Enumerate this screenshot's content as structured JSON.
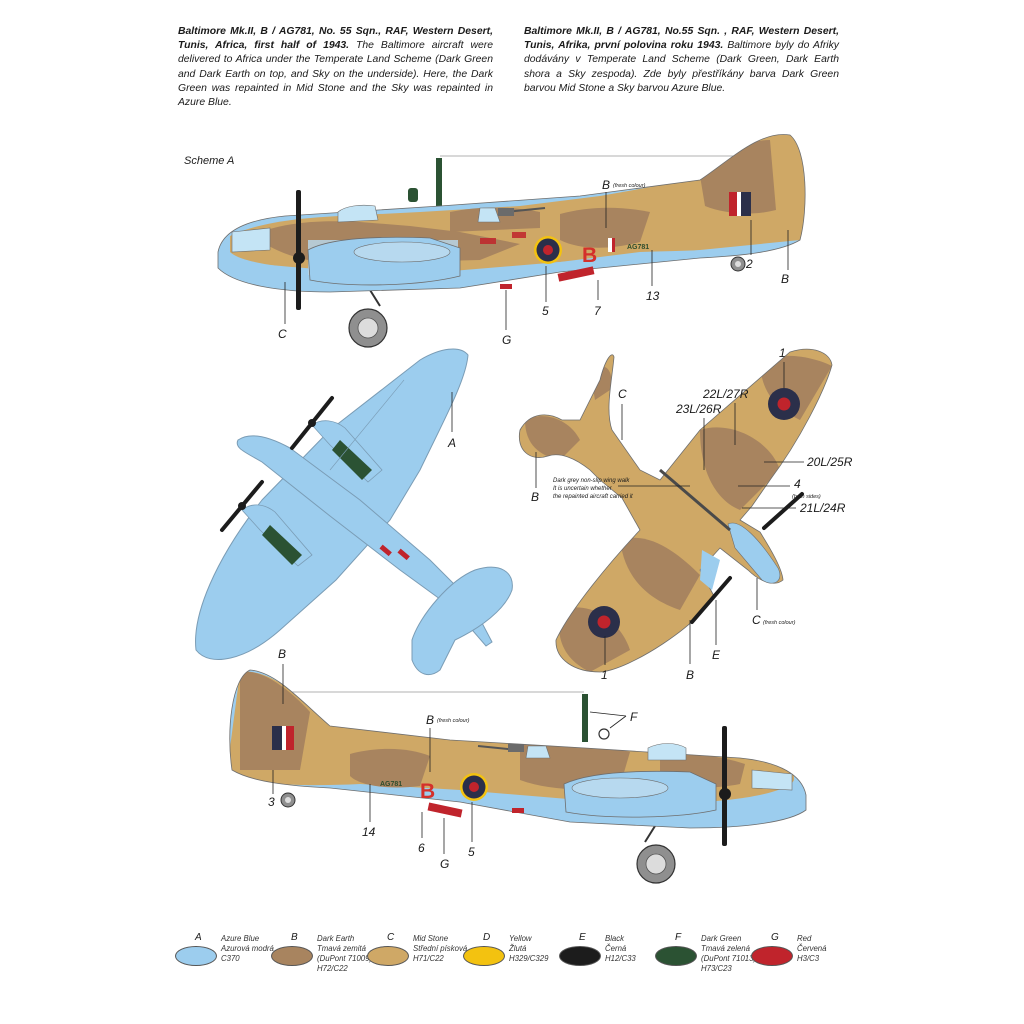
{
  "description_en": {
    "heading": "Baltimore Mk.II, B / AG781, No. 55 Sqn., RAF, Western Desert, Tunis, Africa, first half of 1943.",
    "body": " The Baltimore aircraft were delivered to Africa under the Temperate Land Scheme (Dark Green and Dark Earth on top, and Sky on the underside). Here, the Dark Green was repainted in Mid Stone and the Sky was repainted in Azure Blue."
  },
  "description_cz": {
    "heading": "Baltimore Mk.II, B / AG781, No.55 Sqn. , RAF, Western Desert, Tunis, Afrika, první polovina roku 1943.",
    "body": " Baltimore byly do Afriky dodávány v Temperate Land Scheme (Dark Green, Dark Earth shora a Sky zespoda). Zde byly přestříkány barva Dark Green barvou Mid Stone a Sky barvou Azure Blue."
  },
  "scheme_label": "Scheme A",
  "markings": {
    "code_letter": "B",
    "serial": "AG781",
    "serial_short": "AG781"
  },
  "colors": {
    "azure_blue": "#9ccdee",
    "dark_earth": "#a8845f",
    "mid_stone": "#cfa866",
    "yellow": "#f3c210",
    "black": "#1c1c1c",
    "dark_green": "#2b5233",
    "red": "#c0242c",
    "roundel_blue": "#2b2f4a"
  },
  "callouts_side_top": {
    "b_fresh": "B",
    "fresh_colour": "(fresh colour)",
    "c": "C",
    "five": "5",
    "seven": "7",
    "g": "G",
    "thirteen": "13",
    "two": "2",
    "b_tail": "B"
  },
  "callouts_plan_under": {
    "a": "A"
  },
  "callouts_plan_top": {
    "one_top": "1",
    "c": "C",
    "r22": "22L/27R",
    "r23": "23L/26R",
    "r20": "20L/25R",
    "four": "4",
    "both_sides": "(both sides)",
    "r21": "21L/24R",
    "b_left": "B",
    "note_1": "Dark grey non-slip wing walk",
    "note_2": "It is uncertain whether",
    "note_3": "the repainted aircraft carried it",
    "c_fresh": "C",
    "fresh_colour": "(fresh colour)",
    "e": "E",
    "b_bottom": "B",
    "one_bottom": "1"
  },
  "callouts_side_bottom": {
    "b_top": "B",
    "b_fresh": "B",
    "fresh_colour": "(fresh colour)",
    "f": "F",
    "three": "3",
    "fourteen": "14",
    "six": "6",
    "g": "G",
    "five": "5"
  },
  "legend": [
    {
      "letter": "A",
      "lines": [
        "Azure Blue",
        "Azurová modrá",
        "C370"
      ],
      "color": "#9ccdee"
    },
    {
      "letter": "B",
      "lines": [
        "Dark Earth",
        "Tmavá zemitá",
        "(DuPont 71009)",
        "H72/C22"
      ],
      "color": "#a8845f"
    },
    {
      "letter": "C",
      "lines": [
        "Mid Stone",
        "Střední písková",
        "H71/C22"
      ],
      "color": "#cfa866"
    },
    {
      "letter": "D",
      "lines": [
        "Yellow",
        "Žlutá",
        "H329/C329"
      ],
      "color": "#f3c210"
    },
    {
      "letter": "E",
      "lines": [
        "Black",
        "Černá",
        "H12/C33"
      ],
      "color": "#1c1c1c"
    },
    {
      "letter": "F",
      "lines": [
        "Dark Green",
        "Tmavá zelená",
        "(DuPont 71013)",
        "H73/C23"
      ],
      "color": "#2b5233"
    },
    {
      "letter": "G",
      "lines": [
        "Red",
        "Červená",
        "H3/C3"
      ],
      "color": "#c0242c"
    }
  ]
}
